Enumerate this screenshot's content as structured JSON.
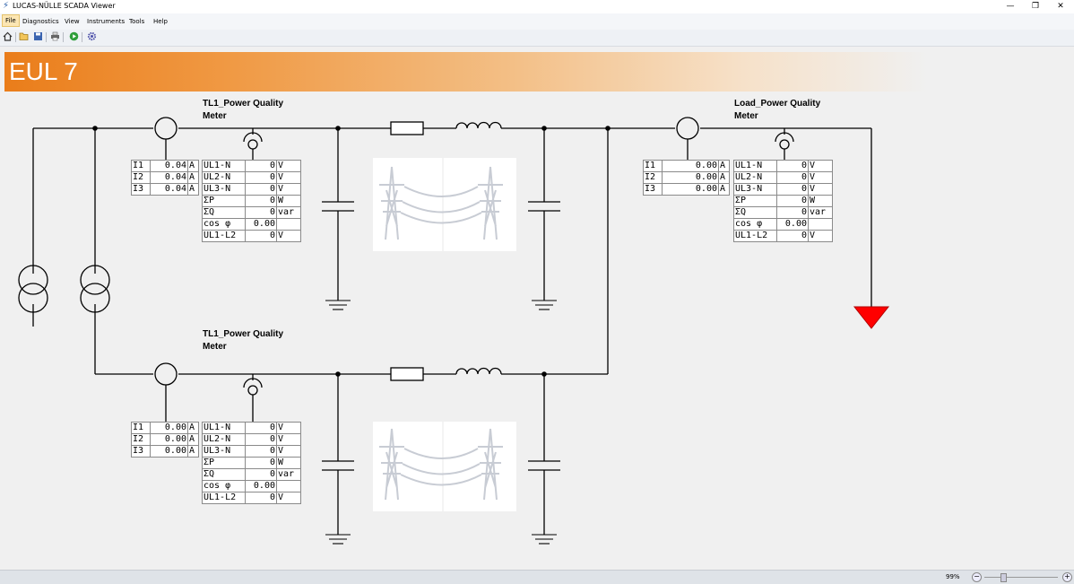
{
  "window": {
    "title": "LUCAS-NÜLLE SCADA Viewer",
    "minimize": "—",
    "restore": "❐",
    "close": "✕"
  },
  "menu": [
    "File",
    "Diagnostics",
    "View",
    "Instruments",
    "Tools",
    "Help"
  ],
  "toolbar_icons": [
    "home-icon",
    "open-folder-icon",
    "save-icon",
    "print-icon",
    "run-icon",
    "settings-gear-icon"
  ],
  "banner": {
    "title": "EUL 7"
  },
  "meters": {
    "tl1_top": {
      "title_line1": "TL1_Power Quality",
      "title_line2": "Meter",
      "currents": [
        {
          "label": "I1",
          "value": "0.04",
          "unit": "A"
        },
        {
          "label": "I2",
          "value": "0.04",
          "unit": "A"
        },
        {
          "label": "I3",
          "value": "0.04",
          "unit": "A"
        }
      ],
      "readings": [
        {
          "label": "UL1-N",
          "value": "0",
          "unit": "V"
        },
        {
          "label": "UL2-N",
          "value": "0",
          "unit": "V"
        },
        {
          "label": "UL3-N",
          "value": "0",
          "unit": "V"
        },
        {
          "label": "ΣP",
          "value": "0",
          "unit": "W"
        },
        {
          "label": "ΣQ",
          "value": "0",
          "unit": "var"
        },
        {
          "label": "cos φ",
          "value": "0.00",
          "unit": ""
        },
        {
          "label": "UL1-L2",
          "value": "0",
          "unit": "V"
        }
      ]
    },
    "tl1_bottom": {
      "title_line1": "TL1_Power Quality",
      "title_line2": "Meter",
      "currents": [
        {
          "label": "I1",
          "value": "0.00",
          "unit": "A"
        },
        {
          "label": "I2",
          "value": "0.00",
          "unit": "A"
        },
        {
          "label": "I3",
          "value": "0.00",
          "unit": "A"
        }
      ],
      "readings": [
        {
          "label": "UL1-N",
          "value": "0",
          "unit": "V"
        },
        {
          "label": "UL2-N",
          "value": "0",
          "unit": "V"
        },
        {
          "label": "UL3-N",
          "value": "0",
          "unit": "V"
        },
        {
          "label": "ΣP",
          "value": "0",
          "unit": "W"
        },
        {
          "label": "ΣQ",
          "value": "0",
          "unit": "var"
        },
        {
          "label": "cos φ",
          "value": "0.00",
          "unit": ""
        },
        {
          "label": "UL1-L2",
          "value": "0",
          "unit": "V"
        }
      ]
    },
    "load": {
      "title_line1": "Load_Power Quality",
      "title_line2": "Meter",
      "currents": [
        {
          "label": "I1",
          "value": "0.00",
          "unit": "A"
        },
        {
          "label": "I2",
          "value": "0.00",
          "unit": "A"
        },
        {
          "label": "I3",
          "value": "0.00",
          "unit": "A"
        }
      ],
      "readings": [
        {
          "label": "UL1-N",
          "value": "0",
          "unit": "V"
        },
        {
          "label": "UL2-N",
          "value": "0",
          "unit": "V"
        },
        {
          "label": "UL3-N",
          "value": "0",
          "unit": "V"
        },
        {
          "label": "ΣP",
          "value": "0",
          "unit": "W"
        },
        {
          "label": "ΣQ",
          "value": "0",
          "unit": "var"
        },
        {
          "label": "cos φ",
          "value": "0.00",
          "unit": ""
        },
        {
          "label": "UL1-L2",
          "value": "0",
          "unit": "V"
        }
      ]
    }
  },
  "colors": {
    "banner_start": "#ea7d1a",
    "load_arrow": "#ff0000",
    "wire": "#000000",
    "tower": "#c8ccd4"
  },
  "status": {
    "zoom": "99%",
    "zoom_minus": "−",
    "zoom_plus": "+"
  }
}
